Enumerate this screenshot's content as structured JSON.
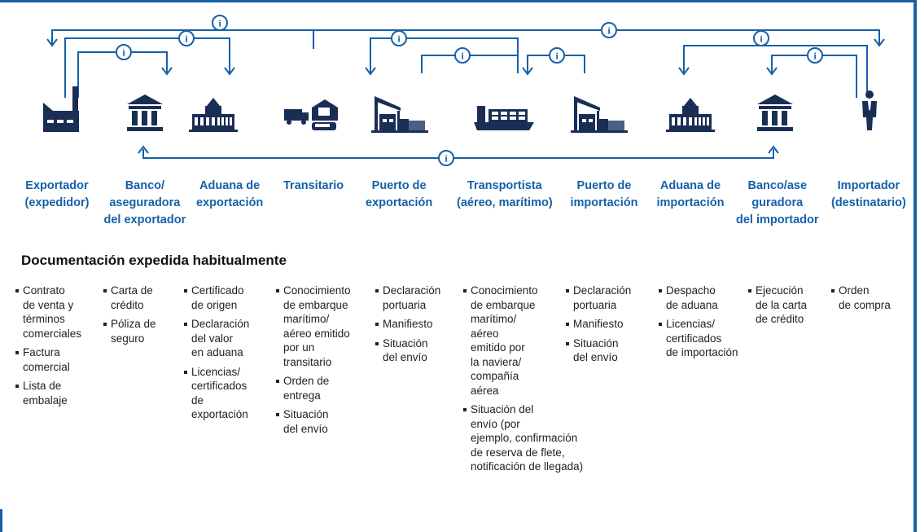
{
  "colors": {
    "accent": "#1560a8",
    "icon": "#1a2e55",
    "text": "#222222"
  },
  "info_symbol": "i",
  "icons": [
    "factory-icon",
    "bank-icon",
    "customs-building-icon",
    "forwarder-icon",
    "port-crane-icon",
    "container-ship-icon",
    "port-crane-icon",
    "customs-building-icon",
    "bank-icon",
    "person-icon"
  ],
  "actors": [
    {
      "lines": [
        "Exportador",
        "(expedidor)"
      ]
    },
    {
      "lines": [
        "Banco/",
        "aseguradora",
        "del exportador"
      ]
    },
    {
      "lines": [
        "Aduana de",
        "exportación"
      ]
    },
    {
      "lines": [
        "Transitario"
      ]
    },
    {
      "lines": [
        "Puerto de",
        "exportación"
      ]
    },
    {
      "lines": [
        "Transportista",
        "(aéreo, marítimo)"
      ]
    },
    {
      "lines": [
        "Puerto de",
        "importación"
      ]
    },
    {
      "lines": [
        "Aduana de",
        "importación"
      ]
    },
    {
      "lines": [
        "Banco/ase",
        "guradora",
        "del importador"
      ]
    },
    {
      "lines": [
        "Importador",
        "(destinatario)"
      ]
    }
  ],
  "docs_title": "Documentación expedida habitualmente",
  "columns": [
    [
      [
        "Contrato",
        "de venta y",
        "términos",
        "comerciales"
      ],
      [
        "Factura",
        "comercial"
      ],
      [
        "Lista de",
        "embalaje"
      ]
    ],
    [
      [
        "Carta de",
        "crédito"
      ],
      [
        "Póliza de",
        "seguro"
      ]
    ],
    [
      [
        "Certificado",
        "de origen"
      ],
      [
        "Declaración",
        "del valor",
        "en aduana"
      ],
      [
        "Licencias/",
        "certificados",
        "de",
        "exportación"
      ]
    ],
    [
      [
        "Conocimiento",
        "de embarque",
        "marítimo/",
        "aéreo emitido",
        "por un",
        "transitario"
      ],
      [
        "Orden de",
        "entrega"
      ],
      [
        "Situación",
        "del envío"
      ]
    ],
    [
      [
        "Declaración",
        "portuaria"
      ],
      [
        "Manifiesto"
      ],
      [
        "Situación",
        "del envío"
      ]
    ],
    [
      [
        "Conocimiento",
        "de embarque",
        "marítimo/",
        "aéreo",
        "emitido por",
        "la naviera/",
        "compañía",
        "aérea"
      ],
      [
        "Situación del",
        "envío (por",
        "ejemplo, confirmación",
        "de reserva de flete,",
        "notificación de llegada)"
      ]
    ],
    [
      [
        "Declaración",
        "portuaria"
      ],
      [
        "Manifiesto"
      ],
      [
        "Situación",
        "del envío"
      ]
    ],
    [
      [
        "Despacho",
        "de aduana"
      ],
      [
        "Licencias/",
        "certificados",
        "de importación"
      ]
    ],
    [
      [
        "Ejecución",
        "de la carta",
        "de crédito"
      ]
    ],
    [
      [
        "Orden",
        "de compra"
      ]
    ]
  ]
}
